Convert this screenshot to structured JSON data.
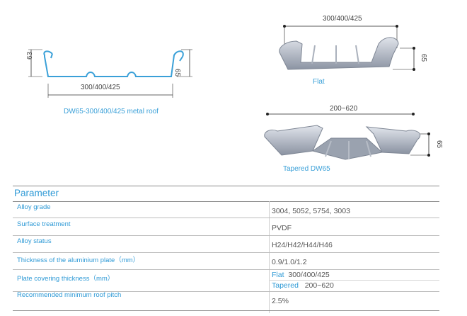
{
  "profile_drawing": {
    "height_left": "63",
    "height_right": "65",
    "width": "300/400/425",
    "caption": "DW65-300/400/425 metal roof"
  },
  "flat_panel": {
    "width": "300/400/425",
    "height": "65",
    "caption": "Flat"
  },
  "tapered_panel": {
    "width": "200~620",
    "height": "65",
    "caption": "Tapered DW65"
  },
  "table": {
    "title": "Parameter",
    "rows": [
      {
        "label": "Alloy grade",
        "value": "3004, 5052, 5754, 3003"
      },
      {
        "label": "Surface treatment",
        "value": "PVDF"
      },
      {
        "label": "Alloy status",
        "value": "H24/H42/H44/H46"
      },
      {
        "label": "Thickness of the aluminium plate（mm）",
        "value": "0.9/1.0/1.2"
      },
      {
        "label": "Plate covering thickness（mm）",
        "flat_tag": "Flat",
        "flat_value": "300/400/425",
        "tapered_tag": "Tapered",
        "tapered_value": "200~620"
      },
      {
        "label": "Recommended minimum roof pitch",
        "value": "2.5%"
      }
    ]
  }
}
